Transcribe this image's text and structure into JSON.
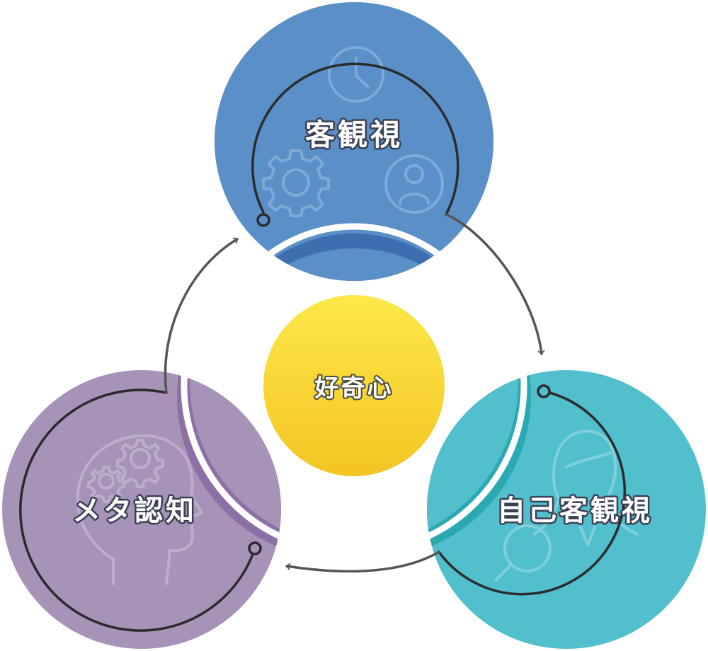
{
  "diagram": {
    "center": {
      "label": "好奇心"
    },
    "nodes": [
      {
        "id": "objective-view",
        "label": "客観視",
        "color": "#5a8fc8",
        "band_color": "#3f6eae",
        "icons": [
          "clock-icon",
          "gear-icon",
          "person-icon"
        ]
      },
      {
        "id": "self-objective-view",
        "label": "自己客観視",
        "color": "#52bfcc",
        "band_color": "#2aa9b3",
        "icons": [
          "head-silhouette-icon",
          "magnifier-icon"
        ]
      },
      {
        "id": "metacognition",
        "label": "メタ認知",
        "color": "#a793b8",
        "band_color": "#8c6fa5",
        "icons": [
          "head-gears-icon"
        ]
      }
    ],
    "center_gradient": [
      "#fde84a",
      "#f3c523"
    ],
    "cycle": [
      "客観視",
      "自己客観視",
      "メタ認知"
    ]
  }
}
